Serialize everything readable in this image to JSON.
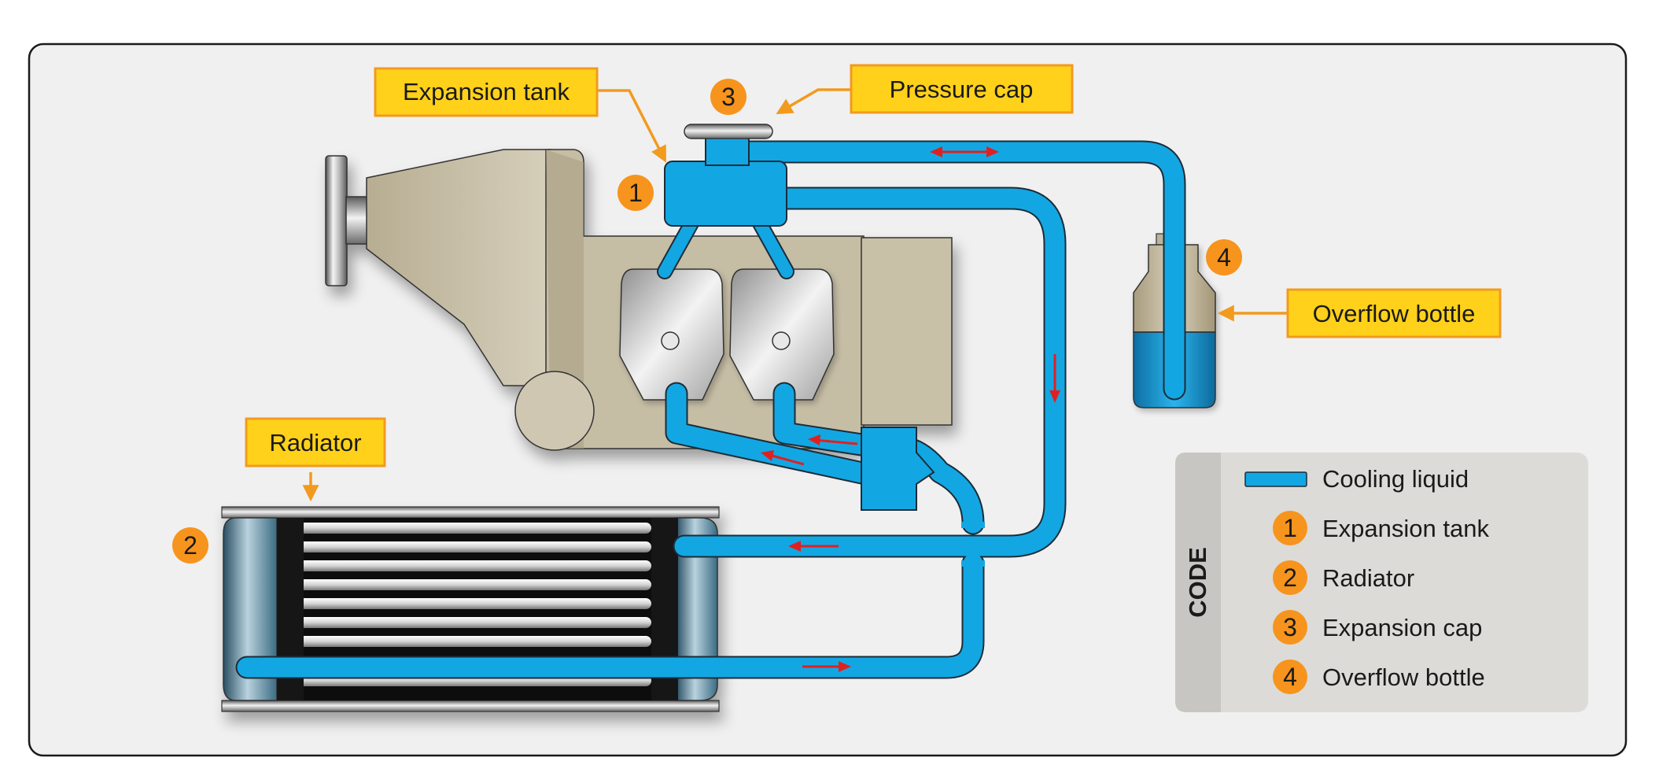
{
  "labels": {
    "expansion_tank": "Expansion tank",
    "pressure_cap": "Pressure cap",
    "overflow_bottle": "Overflow bottle",
    "radiator": "Radiator"
  },
  "markers": {
    "expansion_tank": "1",
    "radiator": "2",
    "pressure_cap": "3",
    "overflow_bottle": "4"
  },
  "legend": {
    "title": "CODE",
    "items": [
      {
        "marker": "",
        "label": "Cooling liquid"
      },
      {
        "marker": "1",
        "label": "Expansion tank"
      },
      {
        "marker": "2",
        "label": "Radiator"
      },
      {
        "marker": "3",
        "label": "Expansion cap"
      },
      {
        "marker": "4",
        "label": "Overflow bottle"
      }
    ]
  },
  "colors": {
    "coolant": "#12a7e3",
    "callout_fill": "#ffd11a",
    "callout_border": "#f29a1e",
    "marker": "#f7941d",
    "flow_arrow": "#e02020",
    "engine": "#cdc4ae",
    "panel": "#f0f0f0"
  }
}
